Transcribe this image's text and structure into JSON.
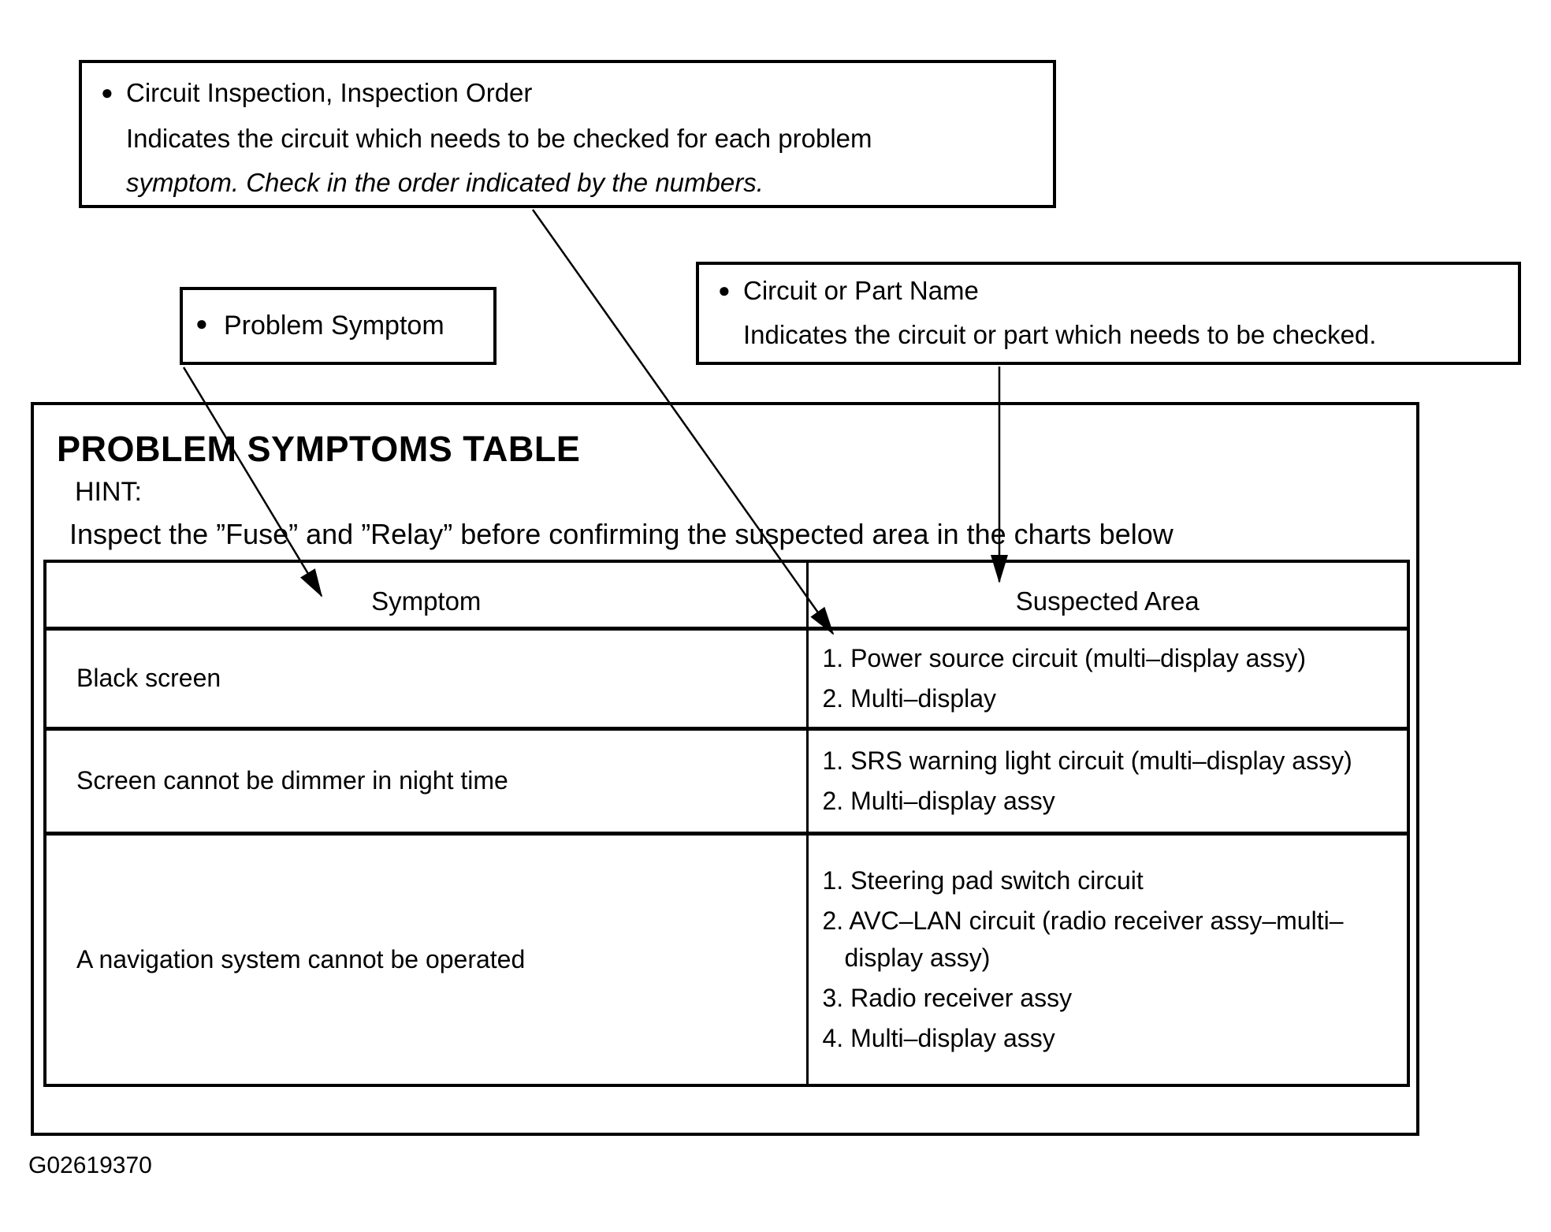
{
  "callouts": {
    "circuit_inspection": {
      "bullet": "●",
      "title": "Circuit Inspection, Inspection Order",
      "line2": "Indicates the circuit which needs to be checked for each problem",
      "line3": "symptom. Check in the order indicated by the numbers."
    },
    "problem_symptom": {
      "bullet": "●",
      "label": "Problem Symptom"
    },
    "circuit_or_part_name": {
      "bullet": "●",
      "title": "Circuit or Part Name",
      "line2": "Indicates the circuit or part which needs to be checked."
    }
  },
  "main": {
    "title": "PROBLEM SYMPTOMS TABLE",
    "hint_label": "HINT:",
    "hint_text": "Inspect the ”Fuse” and ”Relay” before confirming the suspected area in the charts below",
    "table": {
      "columns": [
        "Symptom",
        "Suspected Area"
      ],
      "rows": [
        {
          "symptom": "Black screen",
          "suspected_areas": [
            "1. Power source circuit (multi–display assy)",
            "2. Multi–display"
          ]
        },
        {
          "symptom": "Screen cannot be dimmer in night time",
          "suspected_areas": [
            "1. SRS warning light circuit (multi–display assy)",
            "2. Multi–display assy"
          ]
        },
        {
          "symptom": "A navigation system cannot be operated",
          "suspected_areas": [
            "1. Steering pad switch circuit",
            "2. AVC–LAN circuit (radio receiver assy–multi–display assy)",
            "3. Radio receiver assy",
            "4. Multi–display assy"
          ]
        }
      ]
    }
  },
  "footer": {
    "figure_id": "G02619370"
  },
  "colors": {
    "ink": "#000000",
    "paper": "#ffffff"
  }
}
